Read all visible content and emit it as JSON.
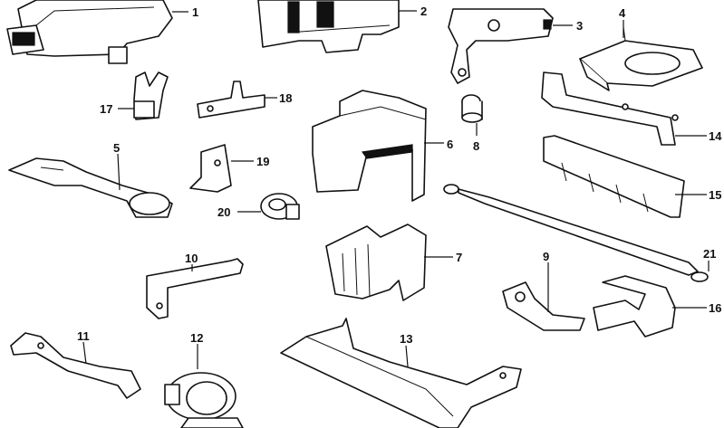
{
  "diagram": {
    "parts": [
      {
        "id": "part-1",
        "number": "1"
      },
      {
        "id": "part-2",
        "number": "2"
      },
      {
        "id": "part-3",
        "number": "3"
      },
      {
        "id": "part-4",
        "number": "4"
      },
      {
        "id": "part-5",
        "number": "5"
      },
      {
        "id": "part-6",
        "number": "6"
      },
      {
        "id": "part-7",
        "number": "7"
      },
      {
        "id": "part-8",
        "number": "8"
      },
      {
        "id": "part-9",
        "number": "9"
      },
      {
        "id": "part-10",
        "number": "10"
      },
      {
        "id": "part-11",
        "number": "11"
      },
      {
        "id": "part-12",
        "number": "12"
      },
      {
        "id": "part-13",
        "number": "13"
      },
      {
        "id": "part-14",
        "number": "14"
      },
      {
        "id": "part-15",
        "number": "15"
      },
      {
        "id": "part-16",
        "number": "16"
      },
      {
        "id": "part-17",
        "number": "17"
      },
      {
        "id": "part-18",
        "number": "18"
      },
      {
        "id": "part-19",
        "number": "19"
      },
      {
        "id": "part-20",
        "number": "20"
      },
      {
        "id": "part-21",
        "number": "21"
      }
    ]
  }
}
